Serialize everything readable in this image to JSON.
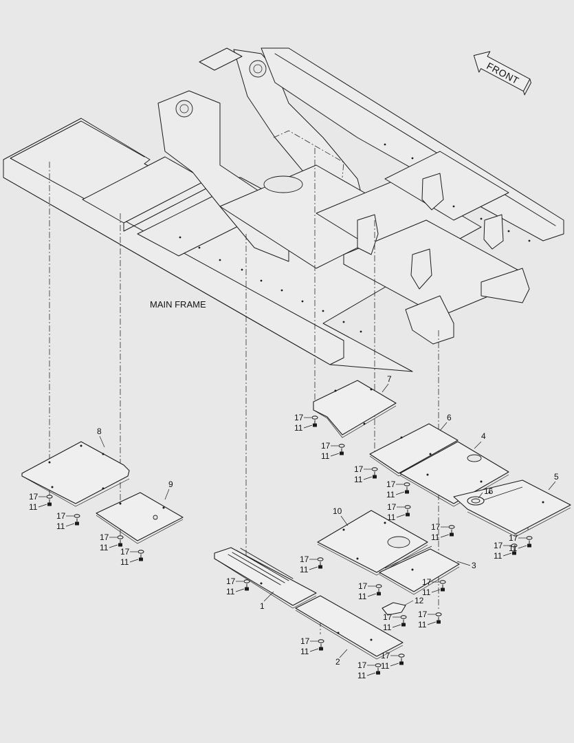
{
  "labels": {
    "main_frame": "MAIN FRAME",
    "front": "FRONT"
  },
  "part_numbers": [
    "1",
    "2",
    "3",
    "4",
    "5",
    "6",
    "7",
    "8",
    "9",
    "10",
    "11",
    "12",
    "16",
    "17"
  ],
  "callouts": {
    "p1": "1",
    "p2": "2",
    "p3": "3",
    "p4": "4",
    "p5": "5",
    "p6": "6",
    "p7": "7",
    "p8": "8",
    "p9": "9",
    "p10": "10",
    "p12": "12",
    "p16": "16",
    "washer": "17",
    "bolt": "11"
  }
}
